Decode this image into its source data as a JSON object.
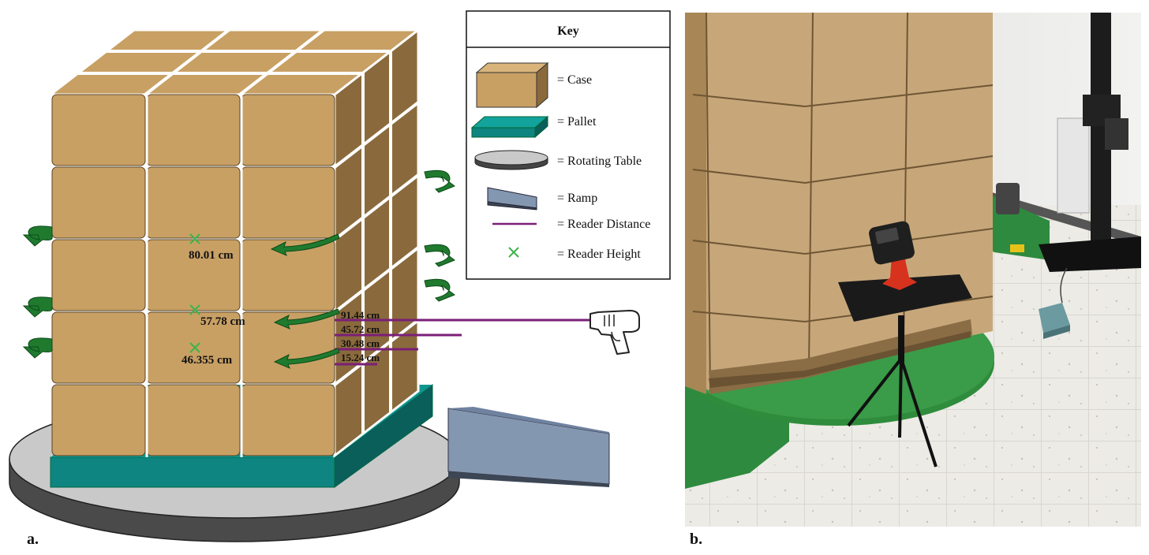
{
  "panel_a": {
    "label": "a.",
    "key": {
      "title": "Key",
      "items": [
        {
          "icon": "case-icon",
          "label": "= Case"
        },
        {
          "icon": "pallet-icon",
          "label": "= Pallet"
        },
        {
          "icon": "rotating-table-icon",
          "label": "= Rotating Table"
        },
        {
          "icon": "ramp-icon",
          "label": "= Ramp"
        },
        {
          "icon": "reader-distance-icon",
          "label": "= Reader Distance"
        },
        {
          "icon": "reader-height-icon",
          "label": "= Reader Height"
        }
      ]
    },
    "reader_heights": [
      "80.01 cm",
      "57.78 cm",
      "46.355 cm"
    ],
    "reader_distances": [
      "91.44 cm",
      "45.72 cm",
      "30.48 cm",
      "15.24 cm"
    ],
    "colors": {
      "case": "#c8a064",
      "case_side": "#8a6a3c",
      "pallet": "#0e8580",
      "pallet_side": "#0a5f5b",
      "table": "#c8c8c8",
      "table_side": "#4a4a4a",
      "ramp": "#8497b0",
      "reader_distance": "#7a1f78",
      "reader_height": "#3cb44b",
      "rotation_arrow": "#1f7a2e"
    }
  },
  "panel_b": {
    "label": "b."
  }
}
